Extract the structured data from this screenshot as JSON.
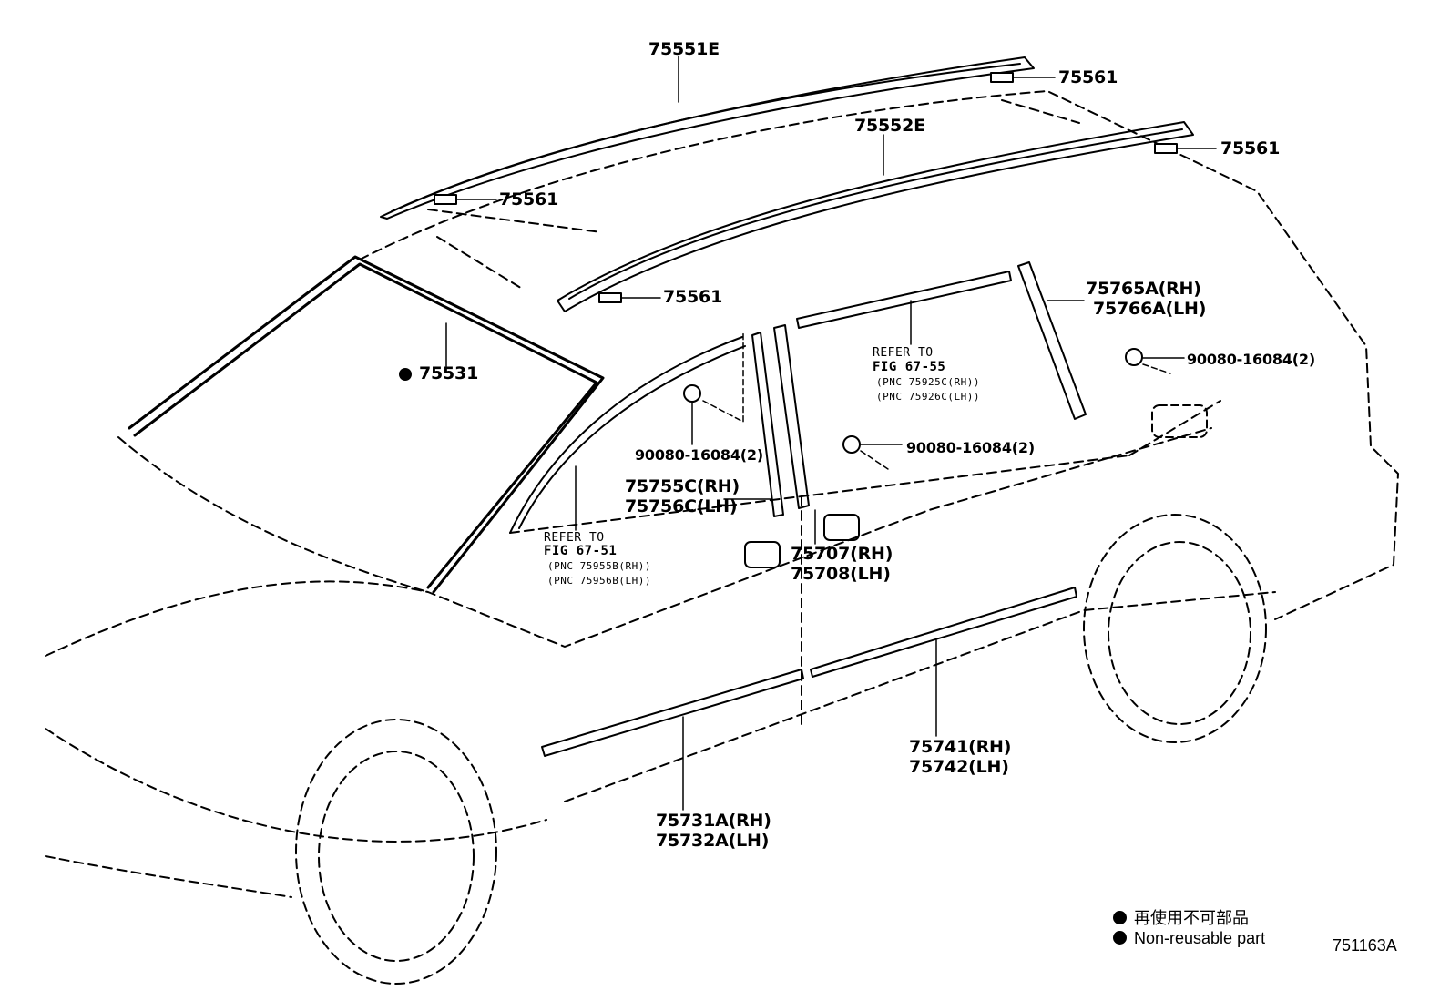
{
  "labels": {
    "roof_rail_left": "75551E",
    "roof_rail_right": "75552E",
    "clip_a": "75561",
    "clip_b": "75561",
    "clip_c": "75561",
    "clip_d": "75561",
    "windshield": "75531",
    "clip_screw_1": "90080-16084(2)",
    "clip_screw_2": "90080-16084(2)",
    "clip_screw_3": "90080-16084(2)",
    "rear_pillar_rh": "75765A(RH)",
    "rear_pillar_lh": "75766A(LH)",
    "center_pillar_rh": "75755C(RH)",
    "center_pillar_lh": "75756C(LH)",
    "door_pillar_rh": "75707(RH)",
    "door_pillar_lh": "75708(LH)",
    "rear_door_molding_rh": "75741(RH)",
    "rear_door_molding_lh": "75742(LH)",
    "front_door_molding_rh": "75731A(RH)",
    "front_door_molding_lh": "75732A(LH)"
  },
  "refs": {
    "front": {
      "line1": "REFER TO",
      "line2": "FIG 67-51",
      "line3": "(PNC 75955B(RH))",
      "line4": "(PNC 75956B(LH))"
    },
    "rear": {
      "line1": "REFER TO",
      "line2": "FIG 67-55",
      "line3": "(PNC 75925C(RH))",
      "line4": "(PNC 75926C(LH))"
    }
  },
  "legend": {
    "japanese": "再使用不可部品",
    "english": "Non-reusable part"
  },
  "figure_code": "751163A"
}
